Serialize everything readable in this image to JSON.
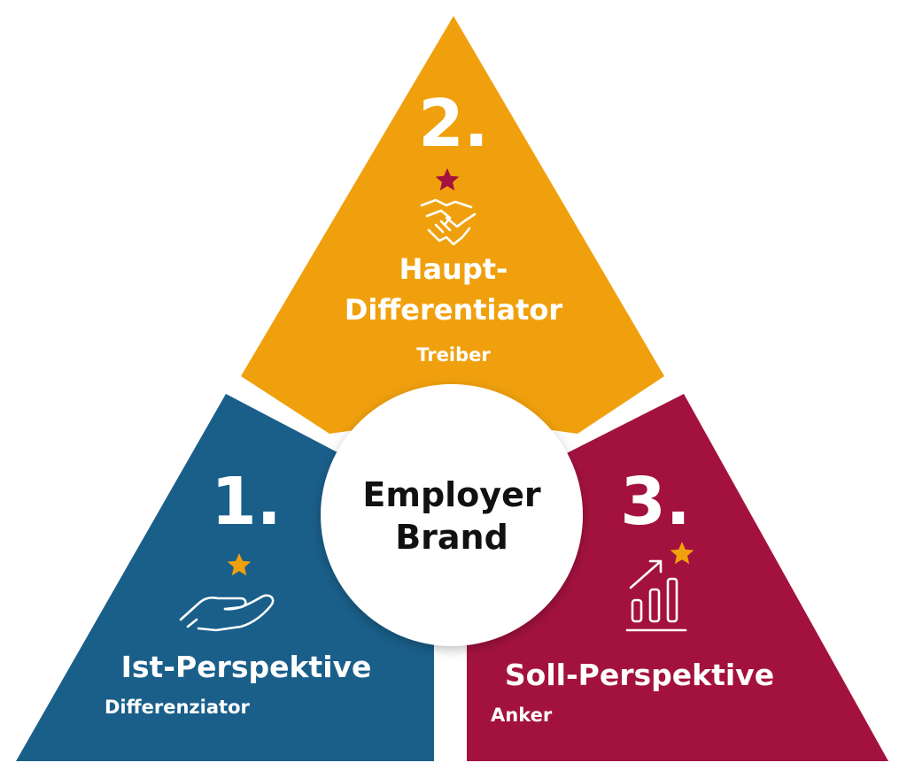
{
  "colors": {
    "top": "#f0a00d",
    "left": "#1a5f8a",
    "right": "#a3123e",
    "center": "#ffffff",
    "star_top": "#a3123e",
    "star_left": "#f0a00d",
    "star_right": "#f0a00d"
  },
  "center": {
    "line1": "Employer",
    "line2": "Brand"
  },
  "sections": {
    "top": {
      "number": "2.",
      "title_line1": "Haupt-",
      "title_line2": "Differentiator",
      "subtitle": "Treiber",
      "icon": "handshake-icon"
    },
    "left": {
      "number": "1.",
      "title": "Ist-Perspektive",
      "subtitle": "Differenziator",
      "icon": "open-hand-icon"
    },
    "right": {
      "number": "3.",
      "title": "Soll-Perspektive",
      "subtitle": "Anker",
      "icon": "growth-chart-icon"
    }
  }
}
